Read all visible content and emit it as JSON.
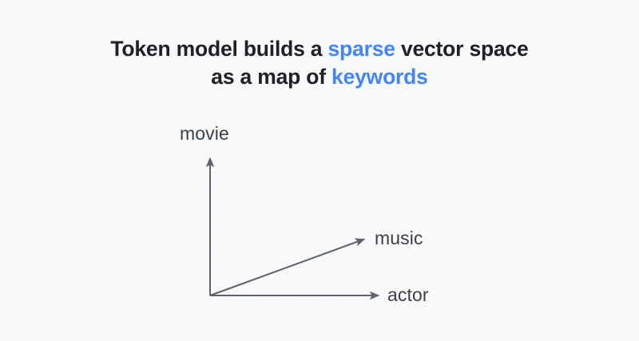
{
  "page": {
    "background_color": "#f8f9fa",
    "text_color": "#202124",
    "accent_color": "#4285f4",
    "diagram_stroke_color": "#5f6368",
    "label_color": "#3c4043"
  },
  "title": {
    "line1": {
      "part1": "Token model builds a ",
      "accent": "sparse",
      "part2": " vector space"
    },
    "line2": {
      "part1": "as a map of ",
      "accent": "keywords",
      "part2": ""
    },
    "full_text": "Token model builds a sparse vector space as a map of keywords"
  },
  "diagram": {
    "type": "vector-space-axes",
    "origin_label": "",
    "axes": [
      {
        "id": "vertical",
        "label": "movie",
        "direction": "up",
        "icon": "arrow-up-icon"
      },
      {
        "id": "horizontal",
        "label": "actor",
        "direction": "right",
        "icon": "arrow-right-icon"
      },
      {
        "id": "diagonal",
        "label": "music",
        "direction": "up-right",
        "icon": "arrow-diagonal-icon"
      }
    ],
    "labels": {
      "movie": "movie",
      "music": "music",
      "actor": "actor"
    }
  }
}
